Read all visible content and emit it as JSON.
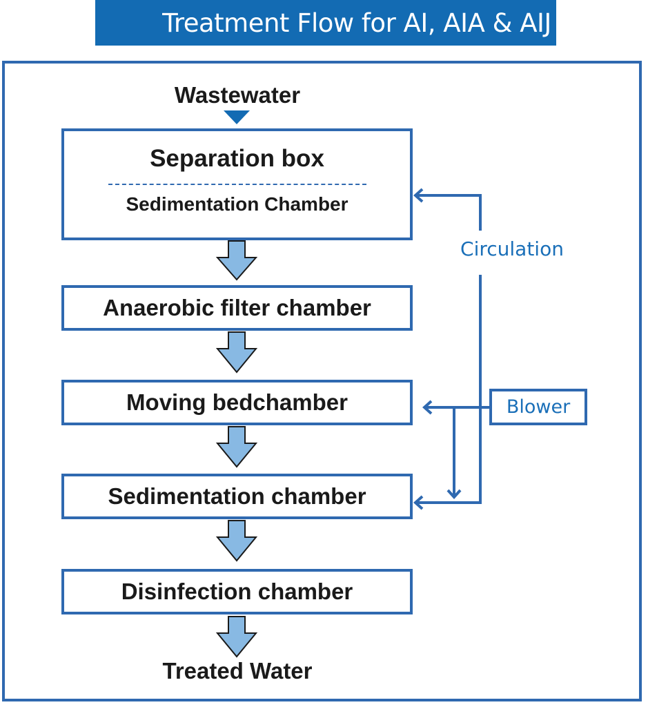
{
  "title": "Treatment Flow for AI, AIA & AIJ",
  "input_label": "Wastewater",
  "output_label": "Treated Water",
  "stages": [
    {
      "label": "Separation box",
      "sublabel": "Sedimentation Chamber"
    },
    {
      "label": "Anaerobic filter chamber"
    },
    {
      "label": "Moving bedchamber"
    },
    {
      "label": "Sedimentation chamber"
    },
    {
      "label": "Disinfection chamber"
    }
  ],
  "side": {
    "circulation_label": "Circulation",
    "blower_label": "Blower"
  },
  "colors": {
    "title_bg": "#136bb3",
    "border_blue": "#2f69b0",
    "arrow_fill": "#88b9e3",
    "text_blue": "#1a6fb8",
    "text_dark": "#1a1a1a"
  }
}
